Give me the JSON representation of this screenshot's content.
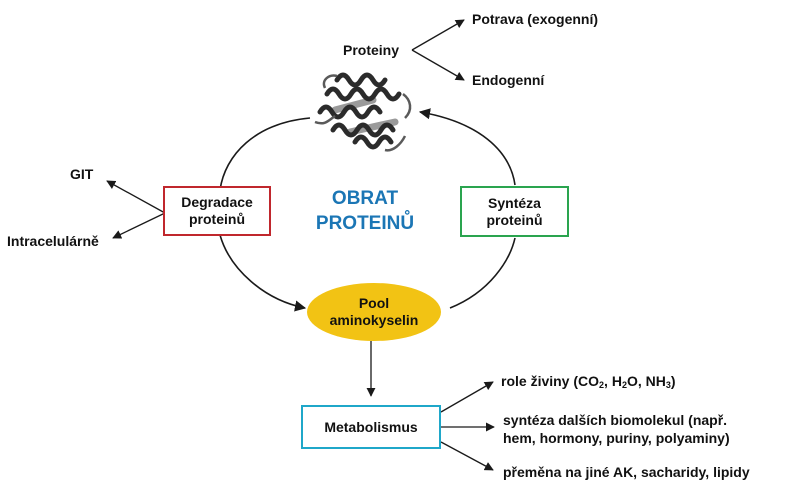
{
  "colors": {
    "degradation_border": "#c0272d",
    "synthesis_border": "#2aa44f",
    "metabolism_border": "#1fa7c9",
    "pool_fill": "#f2c314",
    "title": "#1b76b5",
    "line": "#1a1a1a"
  },
  "diagram": {
    "title_line1": "OBRAT",
    "title_line2": "PROTEINŮ",
    "proteins": {
      "label": "Proteiny",
      "source_1": "Potrava (exogenní)",
      "source_2": "Endogenní",
      "image_icon": "protein-structure-icon"
    },
    "degradation": {
      "line1": "Degradace",
      "line2": "proteinů",
      "target_1": "GIT",
      "target_2": "Intracelulárně"
    },
    "synthesis": {
      "line1": "Syntéza",
      "line2": "proteinů"
    },
    "pool": {
      "line1": "Pool",
      "line2": "aminokyselin"
    },
    "metabolism": {
      "label": "Metabolismus",
      "role": {
        "prefix": "role živiny (CO",
        "sub1": "2",
        "mid1": ", H",
        "sub2": "2",
        "mid2": "O, NH",
        "sub3": "3",
        "suffix": ")"
      },
      "synthesis_line1": "syntéza dalších biomolekul (např.",
      "synthesis_line2": "hem, hormony, puriny, polyaminy)",
      "conversion": "přeměna na jiné AK, sacharidy, lipidy"
    }
  }
}
